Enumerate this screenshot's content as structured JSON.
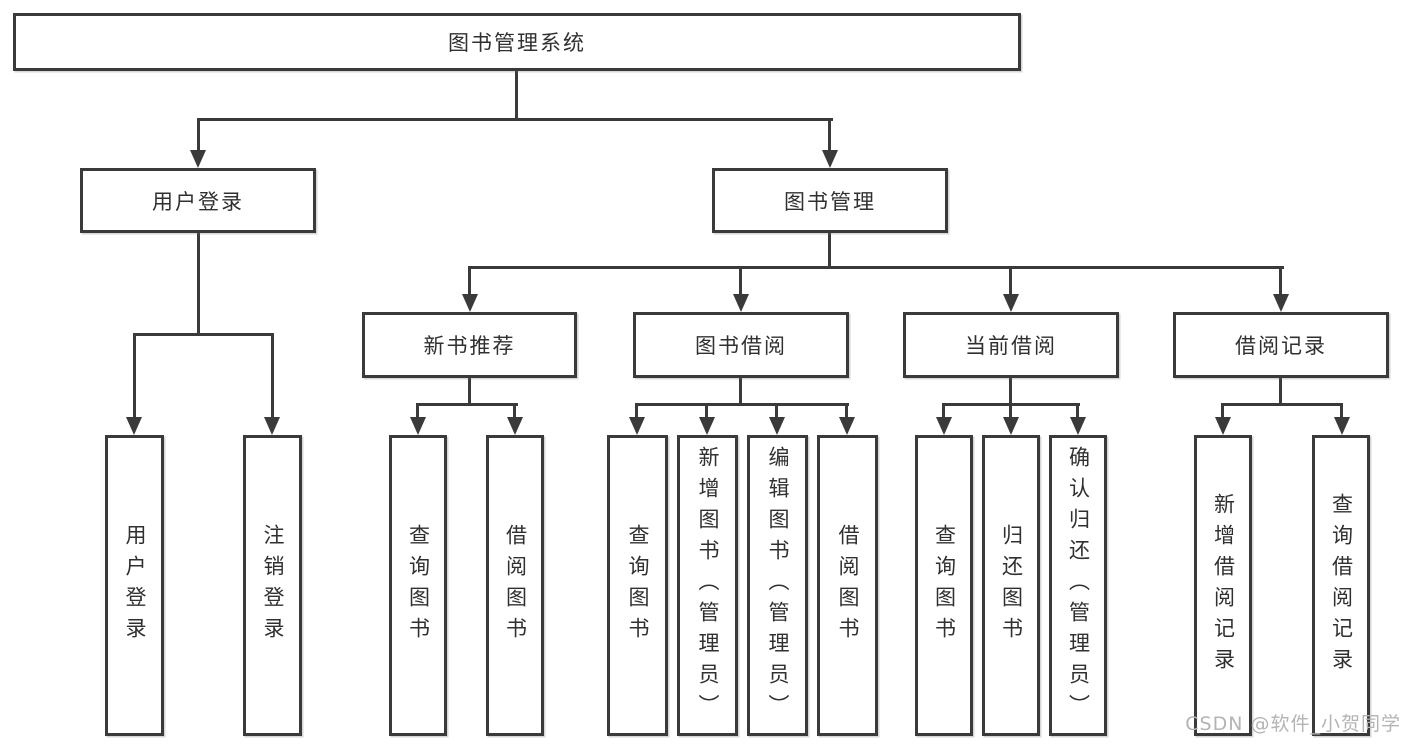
{
  "tree": {
    "root": {
      "label": "图书管理系统",
      "children": [
        {
          "label": "用户登录",
          "children": [
            {
              "label": "用户登录"
            },
            {
              "label": "注销登录"
            }
          ]
        },
        {
          "label": "图书管理",
          "children": [
            {
              "label": "新书推荐",
              "children": [
                {
                  "label": "查询图书"
                },
                {
                  "label": "借阅图书"
                }
              ]
            },
            {
              "label": "图书借阅",
              "children": [
                {
                  "label": "查询图书"
                },
                {
                  "label": "新增图书（管理员）"
                },
                {
                  "label": "编辑图书（管理员）"
                },
                {
                  "label": "借阅图书"
                }
              ]
            },
            {
              "label": "当前借阅",
              "children": [
                {
                  "label": "查询图书"
                },
                {
                  "label": "归还图书"
                },
                {
                  "label": "确认归还（管理员）"
                }
              ]
            },
            {
              "label": "借阅记录",
              "children": [
                {
                  "label": "新增借阅记录"
                },
                {
                  "label": "查询借阅记录"
                }
              ]
            }
          ]
        }
      ]
    }
  },
  "watermark": {
    "text": "CSDN @软件_小贺同学"
  },
  "colors": {
    "line": "#3a3a3a",
    "text": "#303030",
    "background": "#ffffff",
    "watermark": "#b4b4b4"
  }
}
